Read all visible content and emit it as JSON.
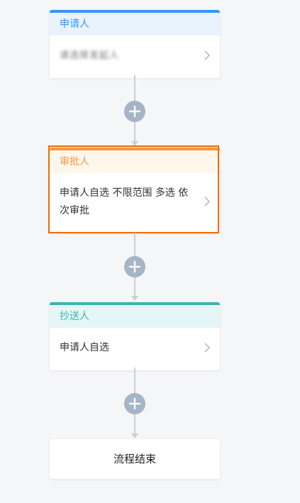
{
  "nodes": [
    {
      "id": "applicant",
      "title": "申请人",
      "content": "请选择发起人",
      "accent": "#3296fa",
      "header_bg": "#e8f3fe",
      "header_text": "#3296fa"
    },
    {
      "id": "approver",
      "title": "审批人",
      "content": "申请人自选 不限范围 多选 依次审批",
      "accent": "#ff943e",
      "header_bg": "#fff7ec",
      "header_text": "#ff943e",
      "selected": true,
      "selection_color": "#ef6c00"
    },
    {
      "id": "cc",
      "title": "抄送人",
      "content": "申请人自选",
      "accent": "#3cb4b2",
      "header_bg": "#e5f6f6",
      "header_text": "#3cb4b2"
    }
  ],
  "end": {
    "label": "流程结束"
  },
  "icons": {
    "add": "plus-icon",
    "open": "chevron-right-icon"
  },
  "colors": {
    "background": "#f5f6f8",
    "connector": "#cbced3",
    "add_button": "#a5b4c6"
  }
}
